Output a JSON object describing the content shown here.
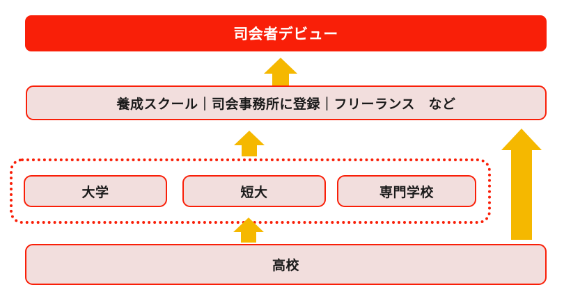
{
  "diagram": {
    "title_text": "司会者デビュー",
    "colors": {
      "goal_fill": "#F91F08",
      "goal_text": "#FFFFFF",
      "box_fill": "#F2DEDD",
      "box_border": "#F91F08",
      "box_text": "#1A1A1A",
      "arrow_fill": "#F5B800",
      "dotted_border": "#F91F08"
    },
    "goal": {
      "label": "司会者デビュー"
    },
    "path_row": {
      "label": "養成スクール｜司会事務所に登録｜フリーランス　など",
      "parts": [
        "養成スクール",
        "司会事務所に登録",
        "フリーランス",
        "など"
      ],
      "separator": "｜"
    },
    "school_group": {
      "items": [
        {
          "label": "大学"
        },
        {
          "label": "短大"
        },
        {
          "label": "専門学校"
        }
      ]
    },
    "base_row": {
      "label": "高校"
    },
    "arrows": [
      {
        "name": "arrow-path-to-goal",
        "direction": "up",
        "from": "養成スクール｜司会事務所に登録｜フリーランス　など",
        "to": "司会者デビュー"
      },
      {
        "name": "arrow-schools-to-path",
        "direction": "up",
        "from": "大学・短大・専門学校",
        "to": "養成スクール｜司会事務所に登録｜フリーランス　など"
      },
      {
        "name": "arrow-highschool-to-schools",
        "direction": "up",
        "from": "高校",
        "to": "大学・短大・専門学校"
      },
      {
        "name": "arrow-highschool-to-path",
        "direction": "up",
        "from": "高校",
        "to": "養成スクール｜司会事務所に登録｜フリーランス　など"
      }
    ]
  }
}
